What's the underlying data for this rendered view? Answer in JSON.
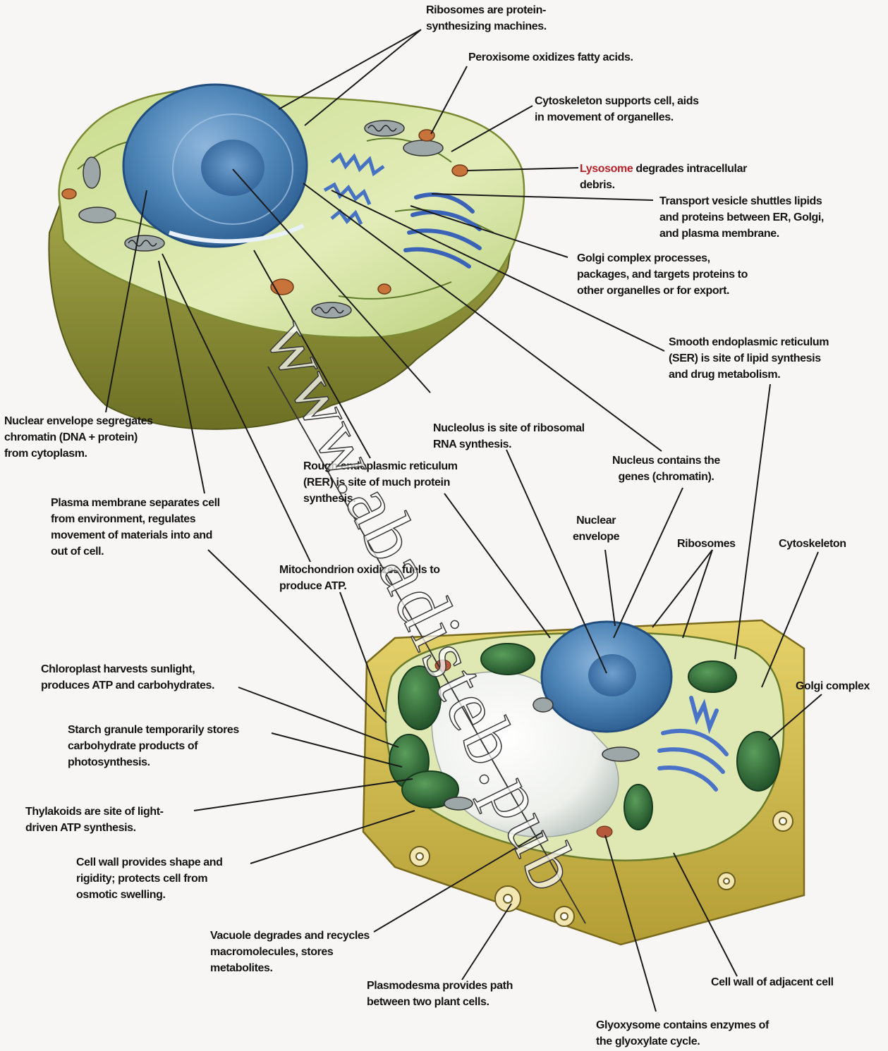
{
  "labels": {
    "ribosomes": {
      "lead": "Ribosomes",
      "lines": [
        "Ribosomes are protein-",
        "synthesizing machines."
      ]
    },
    "peroxisome": {
      "lead": "Peroxisome",
      "lines": [
        "Peroxisome oxidizes fatty acids."
      ]
    },
    "cytoskeleton": {
      "lead": "Cytoskeleton",
      "lines": [
        "Cytoskeleton supports cell, aids",
        "in movement of organelles."
      ]
    },
    "lysosome": {
      "lead": "Lysosome",
      "lines": [
        "Lysosome degrades intracellular",
        "debris."
      ]
    },
    "transport": {
      "lead": "Transport vesicle",
      "lines": [
        "Transport vesicle shuttles lipids",
        "and proteins between ER, Golgi,",
        "and plasma membrane."
      ]
    },
    "golgi": {
      "lead": "Golgi complex",
      "lines": [
        "Golgi complex processes,",
        "packages, and targets proteins to",
        "other organelles or for export."
      ]
    },
    "ser": {
      "lead": "Smooth endoplasmic reticulum",
      "lines": [
        "Smooth endoplasmic reticulum",
        "(SER) is site of lipid synthesis",
        "and drug metabolism."
      ]
    },
    "nuclear_envelope": {
      "lead": "Nuclear envelope",
      "lines": [
        "Nuclear envelope segregates",
        "chromatin (DNA + protein)",
        "from cytoplasm."
      ]
    },
    "nucleolus": {
      "lead": "Nucleolus",
      "lines": [
        "Nucleolus is site of ribosomal",
        "RNA synthesis."
      ]
    },
    "rer": {
      "lead": "Rough endoplasmic reticulum",
      "lines": [
        "Rough endoplasmic reticulum",
        "(RER) is site of much protein",
        "synthesis."
      ]
    },
    "nucleus": {
      "lead": "Nucleus",
      "lines": [
        "Nucleus contains the",
        "genes (chromatin)."
      ]
    },
    "plasma": {
      "lead": "Plasma membrane",
      "lines": [
        "Plasma membrane separates cell",
        "from environment, regulates",
        "movement of materials into and",
        "out of cell."
      ]
    },
    "mitochondrion": {
      "lead": "Mitochondrion",
      "lines": [
        "Mitochondrion oxidizes fuels to",
        "produce ATP."
      ]
    },
    "p_nuclear_envelope": {
      "lead": "Nuclear",
      "lines": [
        "Nuclear",
        "envelope"
      ]
    },
    "p_ribosomes": {
      "lead": "Ribosomes",
      "lines": [
        "Ribosomes"
      ]
    },
    "p_cytoskeleton": {
      "lead": "Cytoskeleton",
      "lines": [
        "Cytoskeleton"
      ]
    },
    "p_golgi": {
      "lead": "Golgi complex",
      "lines": [
        "Golgi complex"
      ]
    },
    "chloroplast": {
      "lead": "Chloroplast",
      "lines": [
        "Chloroplast harvests sunlight,",
        "produces ATP and carbohydrates."
      ]
    },
    "starch": {
      "lead": "Starch granule",
      "lines": [
        "Starch granule temporarily stores",
        "carbohydrate products of",
        "photosynthesis."
      ]
    },
    "thylakoids": {
      "lead": "Thylakoids",
      "lines": [
        "Thylakoids are site of light-",
        "driven ATP synthesis."
      ]
    },
    "cellwall": {
      "lead": "Cell wall",
      "lines": [
        "Cell wall provides shape and",
        "rigidity; protects cell from",
        "osmotic swelling."
      ]
    },
    "vacuole": {
      "lead": "Vacuole",
      "lines": [
        "Vacuole degrades and recycles",
        "macromolecules, stores",
        "metabolites."
      ]
    },
    "plasmodesma": {
      "lead": "Plasmodesma",
      "lines": [
        "Plasmodesma provides path",
        "between two plant cells."
      ]
    },
    "cellwall_adj": {
      "lead": "Cell wall of adjacent cell",
      "lines": [
        "Cell wall of adjacent cell"
      ]
    },
    "glyoxysome": {
      "lead": "Glyoxysome",
      "lines": [
        "Glyoxysome contains enzymes of",
        "the glyoxylate cycle."
      ]
    }
  },
  "watermark": "www.abadisteb.pub",
  "colors": {
    "label_text": "#141414",
    "lysosome_lead": "#b4232a",
    "cytoplasm_green": "#cfe09a",
    "nucleus_blue": "#4f86b8",
    "cell_wall_yellow": "#d9c65a",
    "chloroplast_green": "#2f6a35",
    "leader_line": "#1a1a1a"
  }
}
